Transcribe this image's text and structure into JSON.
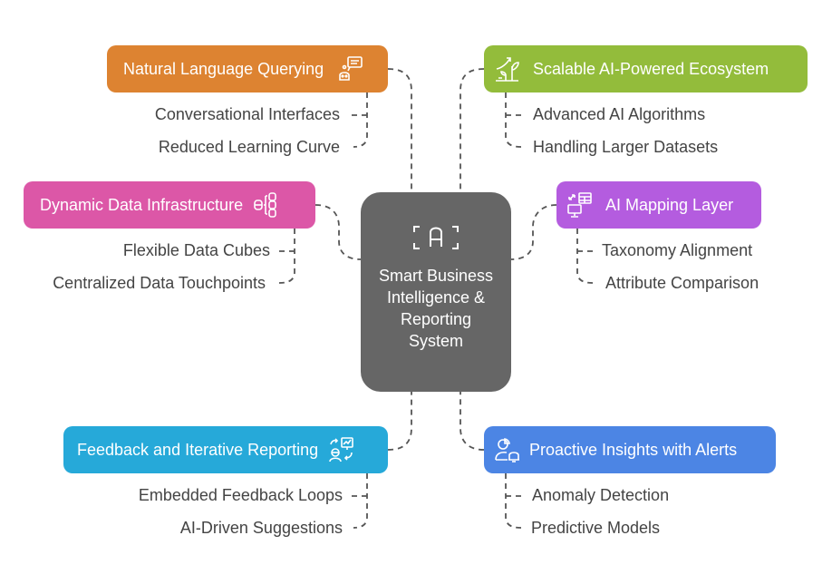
{
  "center": {
    "title": "Smart Business Intelligence & Reporting System",
    "icon": "ai-frame-icon",
    "color": "#666666"
  },
  "branches": [
    {
      "id": "natural-language-querying",
      "title": "Natural Language Querying",
      "color": "#DD8331",
      "icon": "chatbot-icon",
      "side": "left",
      "children": [
        "Conversational Interfaces",
        "Reduced Learning Curve"
      ]
    },
    {
      "id": "scalable-ai-ecosystem",
      "title": "Scalable AI-Powered Ecosystem",
      "color": "#93BC3B",
      "icon": "growth-plant-icon",
      "side": "right",
      "children": [
        "Advanced AI Algorithms",
        "Handling Larger Datasets"
      ]
    },
    {
      "id": "dynamic-data-infrastructure",
      "title": "Dynamic Data Infrastructure",
      "color": "#DC57A7",
      "icon": "database-hierarchy-icon",
      "side": "left",
      "children": [
        "Flexible Data Cubes",
        "Centralized Data Touchpoints"
      ]
    },
    {
      "id": "ai-mapping-layer",
      "title": "AI Mapping Layer",
      "color": "#B45CDF",
      "icon": "monitor-table-sync-icon",
      "side": "right",
      "children": [
        "Taxonomy Alignment",
        "Attribute Comparison"
      ]
    },
    {
      "id": "feedback-iterative-reporting",
      "title": "Feedback and Iterative Reporting",
      "color": "#26A9D9",
      "icon": "user-feedback-chart-icon",
      "side": "left",
      "children": [
        "Embedded Feedback Loops",
        "AI-Driven Suggestions"
      ]
    },
    {
      "id": "proactive-insights-alerts",
      "title": "Proactive Insights with Alerts",
      "color": "#4C85E4",
      "icon": "user-alert-icon",
      "side": "right",
      "children": [
        "Anomaly Detection",
        "Predictive Models"
      ]
    }
  ]
}
